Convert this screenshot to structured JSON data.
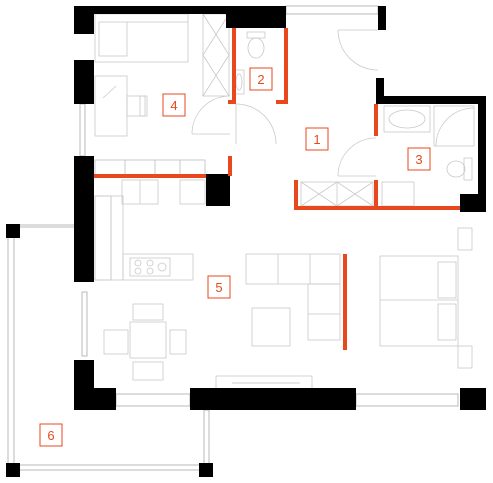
{
  "plan": {
    "rooms": [
      {
        "id": "r1",
        "label": "1"
      },
      {
        "id": "r2",
        "label": "2"
      },
      {
        "id": "r3",
        "label": "3"
      },
      {
        "id": "r4",
        "label": "4"
      },
      {
        "id": "r5",
        "label": "5"
      },
      {
        "id": "r6",
        "label": "6"
      }
    ],
    "colors": {
      "wall": "#000000",
      "partition": "#e8481c",
      "label": "#e8481c",
      "furniture": "#c9c9c9"
    }
  }
}
